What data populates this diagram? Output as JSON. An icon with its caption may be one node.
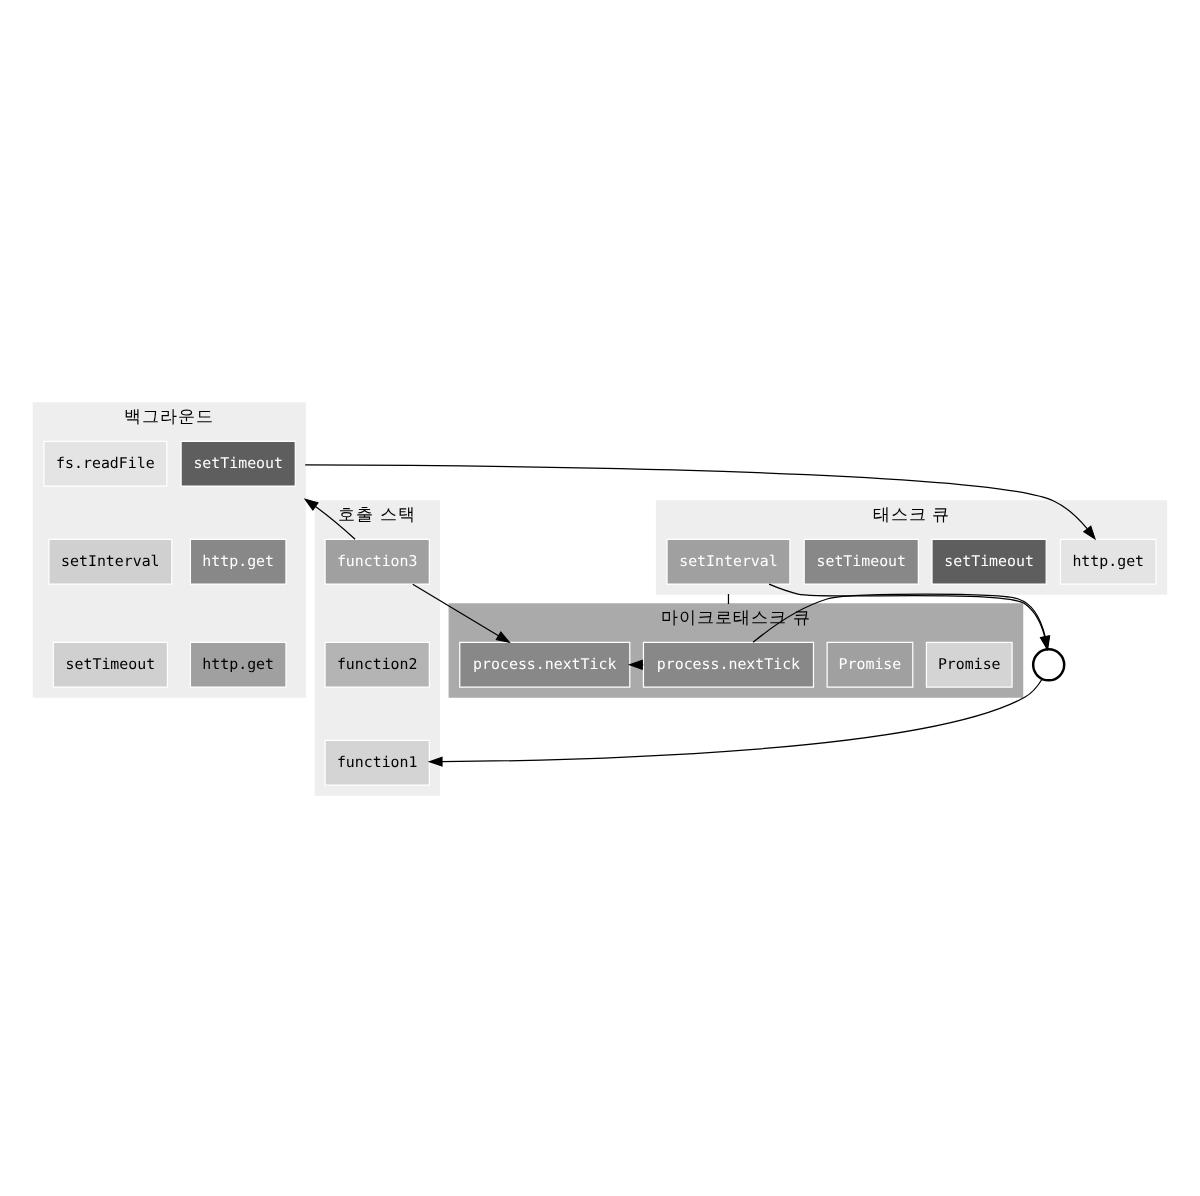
{
  "diagram": {
    "nodes": [
      {
        "text": [
          "호출 스택"
        ]
      },
      {
        "text": [
          "function3"
        ],
        "in": 0
      },
      {
        "text": [
          "function2"
        ],
        "in": 0
      },
      {
        "text": [
          "function1"
        ],
        "in": 0
      },
      {
        "text": [
          "백그라운드"
        ]
      },
      {
        "text": [
          "setTimeout"
        ],
        "in": 4
      },
      {
        "text": [
          "fs.readFile"
        ],
        "in": 4
      },
      {
        "text": [
          "http.get"
        ],
        "in": 4
      },
      {
        "text": [
          "setInterval"
        ],
        "in": 4
      },
      {
        "text": [
          "http.get"
        ],
        "in": 4
      },
      {
        "text": [
          "setTimeout"
        ],
        "in": 4
      },
      {
        "text": [],
        "shape": "circle"
      },
      {
        "text": [
          "태스크 큐"
        ]
      },
      {
        "text": [
          "setInterval"
        ],
        "in": 12
      },
      {
        "text": [
          "setTimeout"
        ],
        "in": 12
      },
      {
        "text": [
          "setTimeout"
        ],
        "in": 12
      },
      {
        "text": [
          "http.get"
        ],
        "in": 12
      },
      {
        "text": [
          "마이크로태스크 큐"
        ]
      },
      {
        "text": [
          "process.nextTick"
        ],
        "in": 17
      },
      {
        "text": [
          "Promise"
        ],
        "in": 17
      },
      {
        "text": [
          "Promise"
        ],
        "in": 17
      },
      {
        "text": [
          "process.nextTick"
        ],
        "in": 17
      }
    ],
    "edges": [
      {
        "from": 1,
        "to": 4,
        "arrow": "to"
      },
      {
        "from": 4,
        "to": 16,
        "arrow": "to"
      },
      {
        "from": 1,
        "to": 21,
        "arrow": "to"
      },
      {
        "from": 11,
        "to": 3,
        "arrow": "to"
      },
      {
        "from": 13,
        "to": 11,
        "arrow": "to"
      },
      {
        "from": 18,
        "to": 11,
        "arrow": "to"
      },
      {
        "from": 18,
        "to": 21,
        "arrow": "to"
      },
      {
        "from": 12,
        "to": 17,
        "arrow": "none"
      }
    ]
  }
}
